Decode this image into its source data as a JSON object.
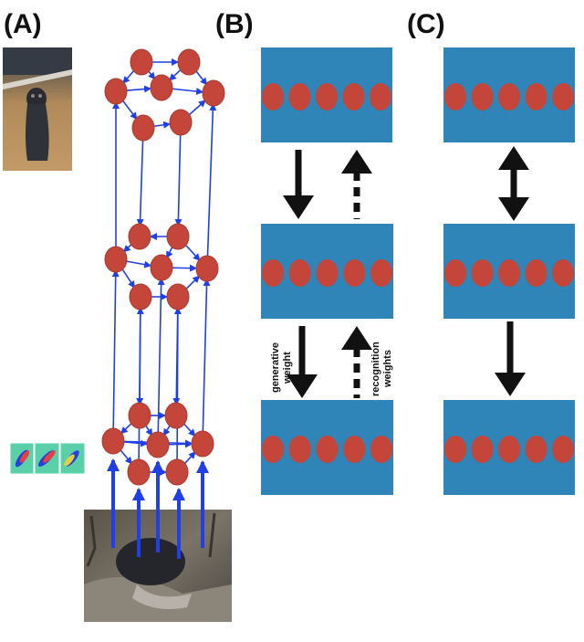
{
  "panels": {
    "a": {
      "label": "(A)"
    },
    "b": {
      "label": "(B)"
    },
    "c": {
      "label": "(C)"
    }
  },
  "arrow_labels": {
    "generative": [
      "generative",
      "weight"
    ],
    "recognition": [
      "recognition",
      "weights"
    ]
  },
  "colors": {
    "layer_box": "#2f84b8",
    "unit": "#c4463a",
    "unit_stroke": "#a83a2e",
    "graph_edge": "#1f3fe8",
    "arrow": "#111111"
  },
  "units_per_layer": 5
}
